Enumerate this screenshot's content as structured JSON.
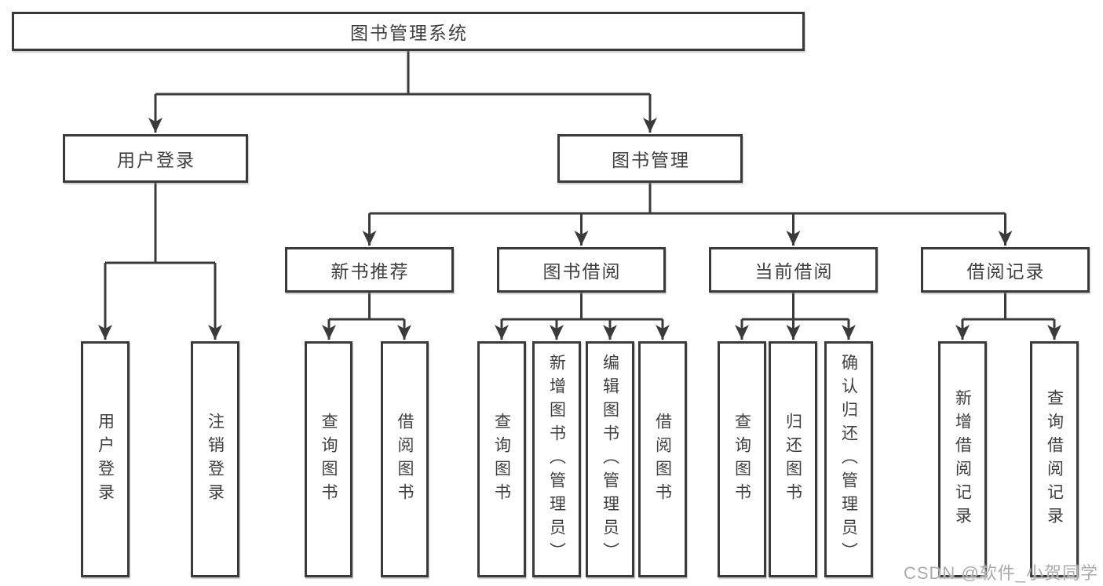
{
  "colors": {
    "line": "#3a3a3a",
    "box_border": "#3a3a3a",
    "box_fill": "#ffffff",
    "text": "#3f3f3f",
    "watermark": "#ababab",
    "background": "#ffffff"
  },
  "diagram": {
    "type": "hierarchy-tree",
    "root": {
      "label": "图书管理系统"
    },
    "branches": [
      {
        "label": "用户登录"
      },
      {
        "label": "图书管理"
      }
    ],
    "modules": [
      {
        "label": "新书推荐"
      },
      {
        "label": "图书借阅"
      },
      {
        "label": "当前借阅"
      },
      {
        "label": "借阅记录"
      }
    ],
    "leaves": [
      {
        "label": "用户登录"
      },
      {
        "label": "注销登录"
      },
      {
        "label": "查询图书"
      },
      {
        "label": "借阅图书"
      },
      {
        "label": "查询图书"
      },
      {
        "label": "新增图书（管理员）"
      },
      {
        "label": "编辑图书（管理员）"
      },
      {
        "label": "借阅图书"
      },
      {
        "label": "查询图书"
      },
      {
        "label": "归还图书"
      },
      {
        "label": "确认归还（管理员）"
      },
      {
        "label": "新增借阅记录"
      },
      {
        "label": "查询借阅记录"
      }
    ]
  },
  "watermark": {
    "text": "CSDN @软件_小贺同学"
  }
}
